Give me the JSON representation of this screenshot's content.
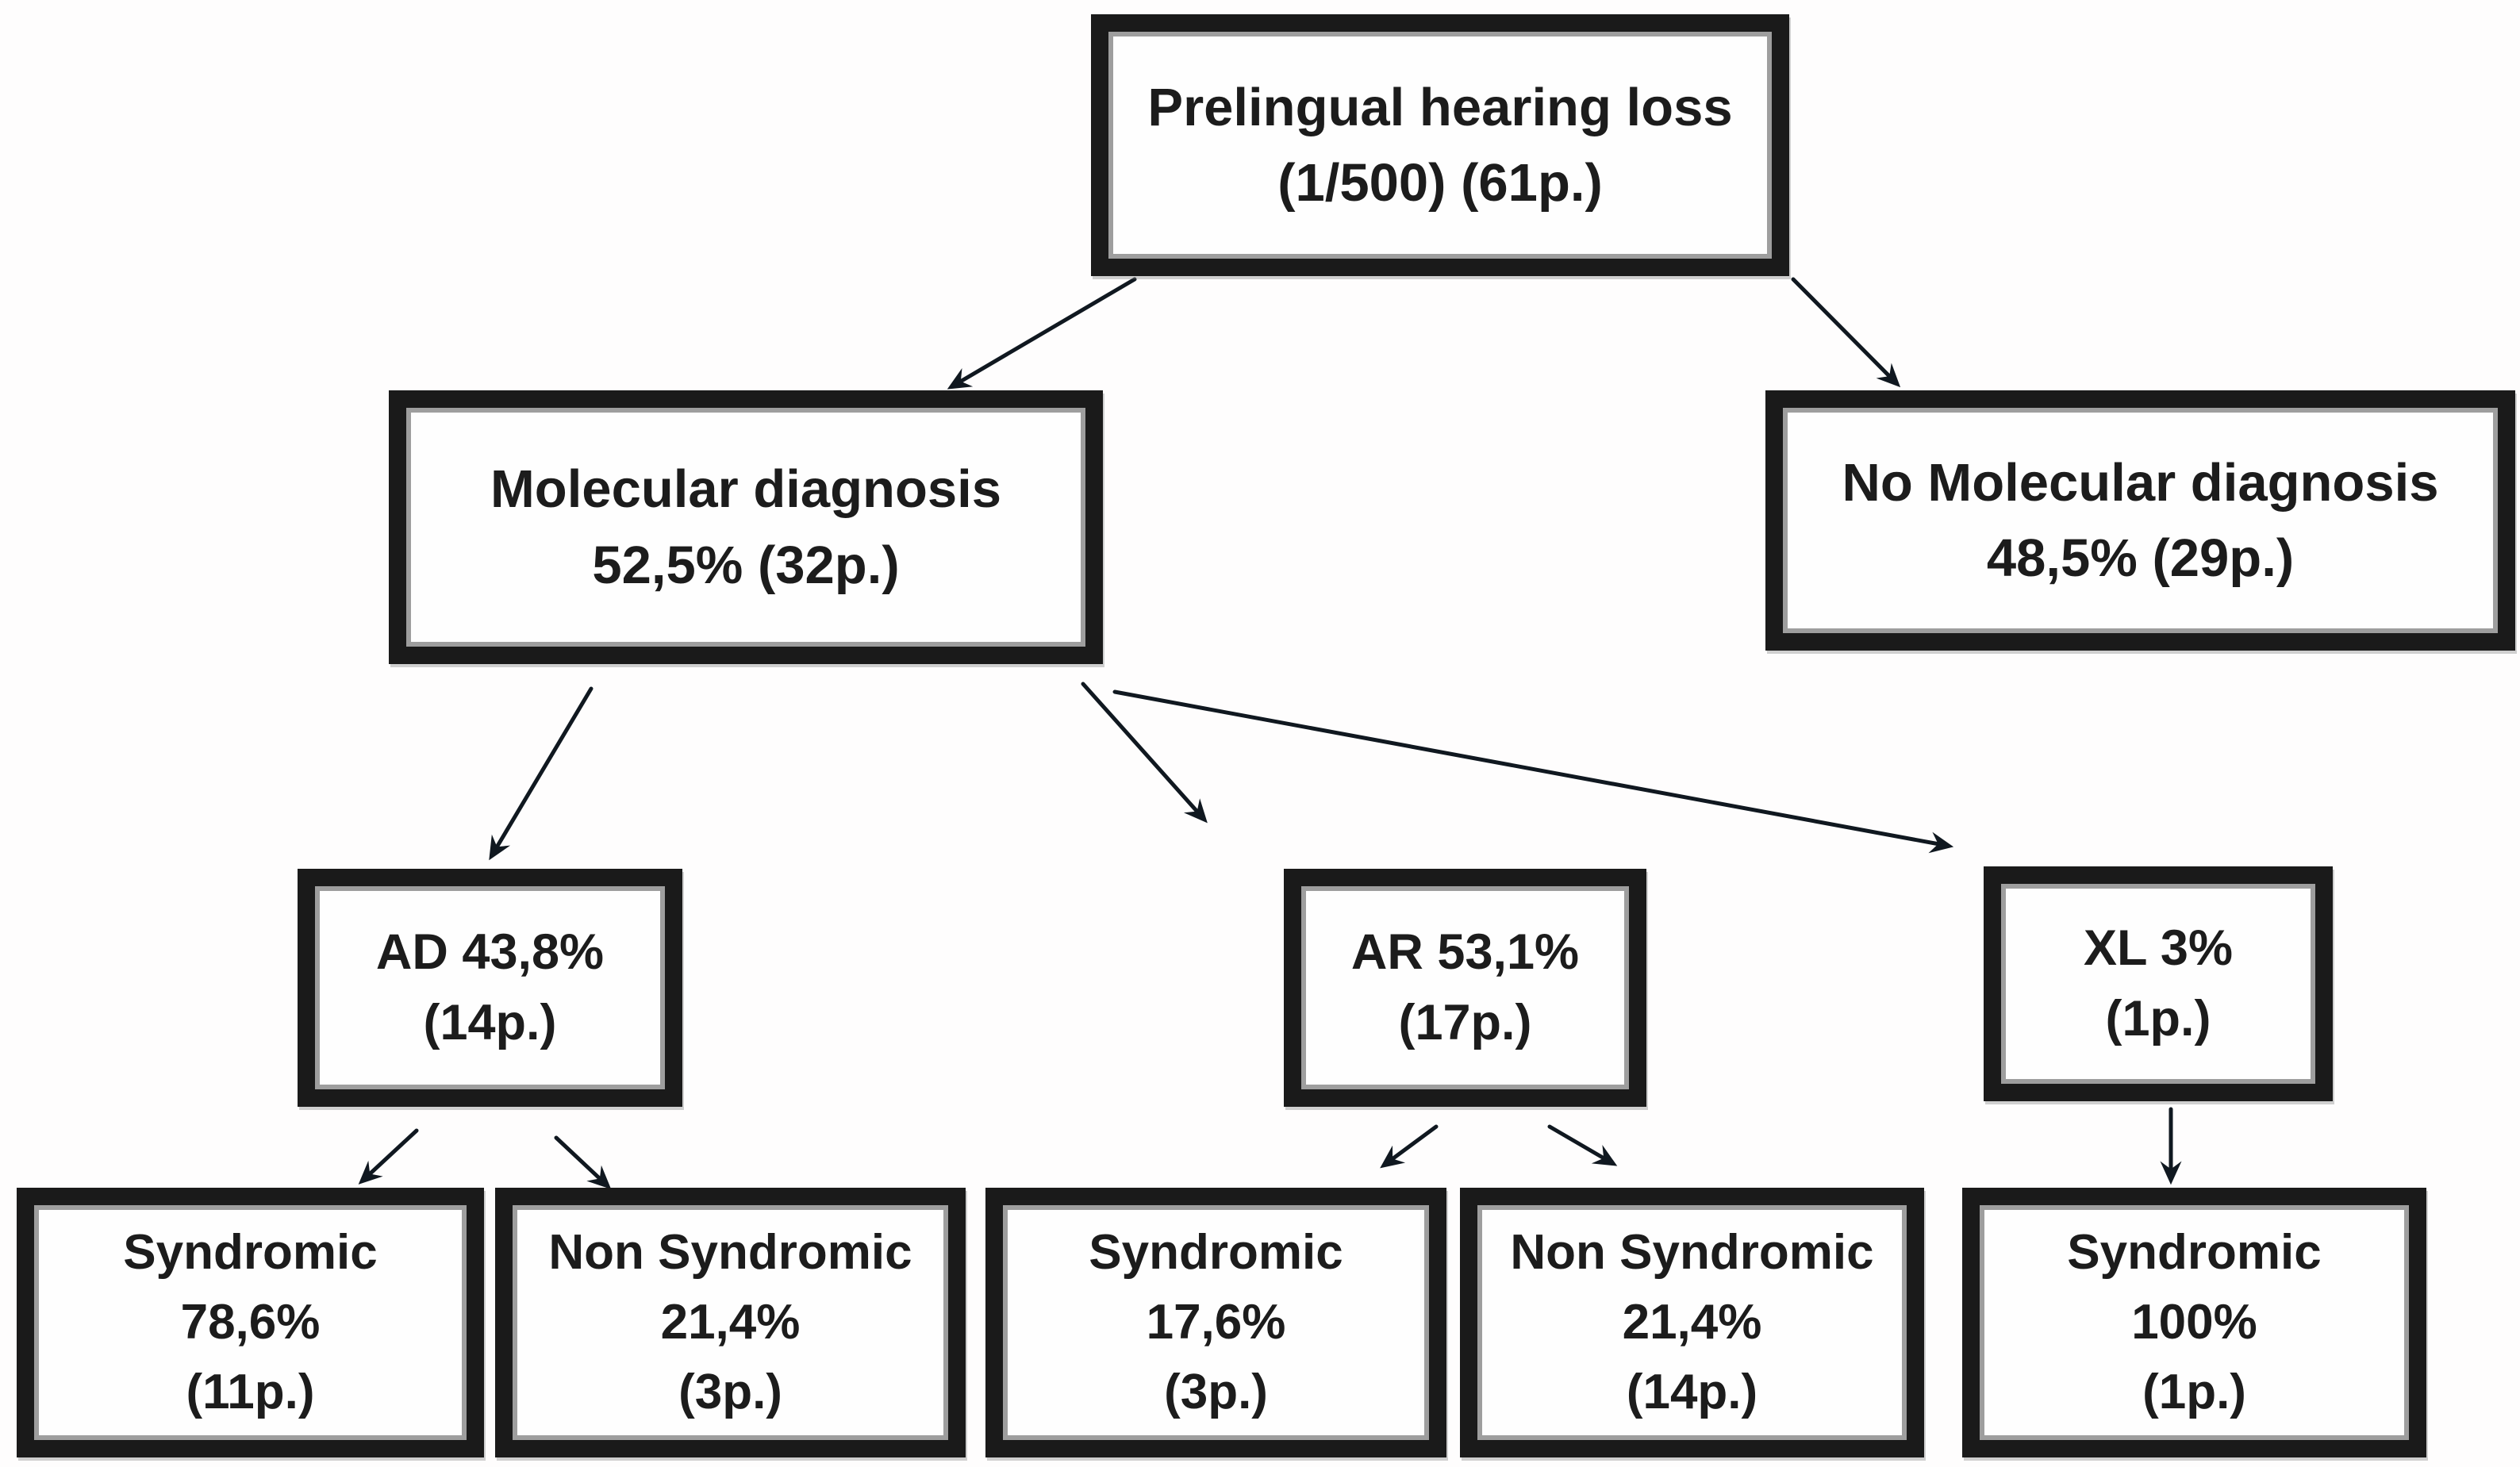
{
  "figure": {
    "type": "flowchart",
    "background": "#fefdfd"
  },
  "colors": {
    "box_border": "#1a1a1a",
    "box_fill": "#fefefe",
    "inner_ring": "#9e9e9e",
    "arrow": "#101820",
    "text": "#1c1c1c"
  },
  "nodes": {
    "root": {
      "lines": [
        "Prelingual hearing loss",
        "(1/500) (61p.)"
      ]
    },
    "molecular": {
      "lines": [
        "Molecular diagnosis",
        "52,5% (32p.)"
      ]
    },
    "no_molecular": {
      "lines": [
        "No Molecular diagnosis",
        "48,5% (29p.)"
      ]
    },
    "ad": {
      "lines": [
        "AD 43,8%",
        "(14p.)"
      ]
    },
    "ar": {
      "lines": [
        "AR 53,1%",
        "(17p.)"
      ]
    },
    "xl": {
      "lines": [
        "XL 3%",
        "(1p.)"
      ]
    },
    "ad_syndromic": {
      "lines": [
        "Syndromic",
        "78,6%",
        "(11p.)"
      ]
    },
    "ad_non_syndromic": {
      "lines": [
        "Non Syndromic",
        "21,4%",
        "(3p.)"
      ]
    },
    "ar_syndromic": {
      "lines": [
        "Syndromic",
        "17,6%",
        "(3p.)"
      ]
    },
    "ar_non_syndromic": {
      "lines": [
        "Non Syndromic",
        "21,4%",
        "(14p.)"
      ]
    },
    "xl_syndromic": {
      "lines": [
        "Syndromic",
        "100%",
        "(1p.)"
      ]
    }
  },
  "edges": [
    {
      "from": "root",
      "to": "molecular"
    },
    {
      "from": "root",
      "to": "no_molecular"
    },
    {
      "from": "molecular",
      "to": "ad"
    },
    {
      "from": "molecular",
      "to": "ar"
    },
    {
      "from": "molecular",
      "to": "xl"
    },
    {
      "from": "ad",
      "to": "ad_syndromic"
    },
    {
      "from": "ad",
      "to": "ad_non_syndromic"
    },
    {
      "from": "ar",
      "to": "ar_syndromic"
    },
    {
      "from": "ar",
      "to": "ar_non_syndromic"
    },
    {
      "from": "xl",
      "to": "xl_syndromic"
    }
  ]
}
